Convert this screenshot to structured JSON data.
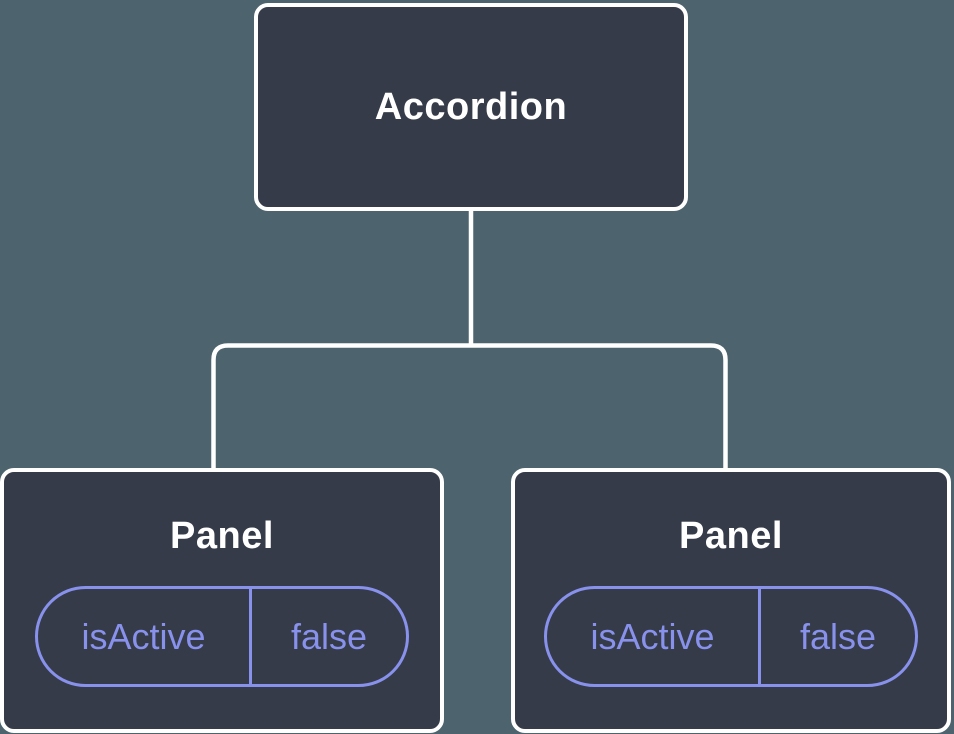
{
  "diagram": {
    "description": "React component tree diagram: Accordion parent with two Panel children, each holding local state",
    "root": {
      "label": "Accordion"
    },
    "children": [
      {
        "label": "Panel",
        "state": {
          "name": "isActive",
          "value": "false"
        }
      },
      {
        "label": "Panel",
        "state": {
          "name": "isActive",
          "value": "false"
        }
      }
    ]
  },
  "colors": {
    "background": "#4d636d",
    "node_fill": "#353b48",
    "node_border": "#ffffff",
    "node_text": "#ffffff",
    "connector": "#ffffff",
    "state_accent": "#8891ec"
  }
}
